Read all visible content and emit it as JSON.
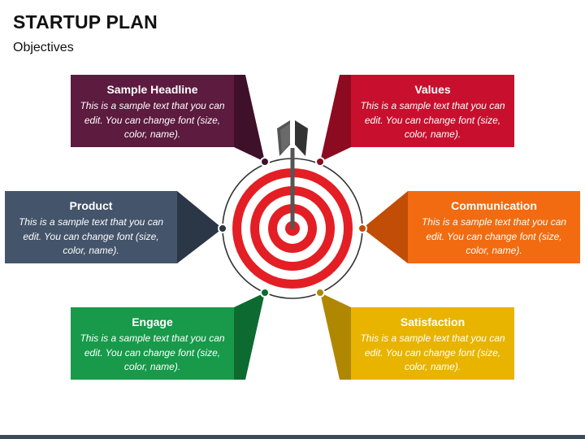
{
  "title": "STARTUP PLAN",
  "subtitle": "Objectives",
  "cards": [
    {
      "id": "headline",
      "heading": "Sample Headline",
      "text": "This is a sample text that you can edit. You can change font (size, color, name).",
      "color": "#5c1b3f",
      "shade": "#3f1029"
    },
    {
      "id": "values",
      "heading": "Values",
      "text": "This is a sample text that you can edit. You can change font (size, color, name).",
      "color": "#c8102e",
      "shade": "#8c0b20"
    },
    {
      "id": "product",
      "heading": "Product",
      "text": "This is a sample text that you can edit. You can change font (size, color, name).",
      "color": "#44546a",
      "shade": "#2b3646"
    },
    {
      "id": "communication",
      "heading": "Communication",
      "text": "This is a sample text that you can edit. You can change font (size, color, name).",
      "color": "#f26b10",
      "shade": "#c24d06"
    },
    {
      "id": "engage",
      "heading": "Engage",
      "text": "This is a sample text that you can edit. You can change font (size, color, name).",
      "color": "#189a4a",
      "shade": "#0d6b31"
    },
    {
      "id": "satisfaction",
      "heading": "Satisfaction",
      "text": "This is a sample text that you can edit. You can change font (size, color, name).",
      "color": "#e8b400",
      "shade": "#b08700"
    }
  ],
  "target": {
    "ring_red": "#e31e24",
    "ring_white": "#ffffff",
    "outline": "#333333",
    "arrow": "#4d4d4d"
  }
}
